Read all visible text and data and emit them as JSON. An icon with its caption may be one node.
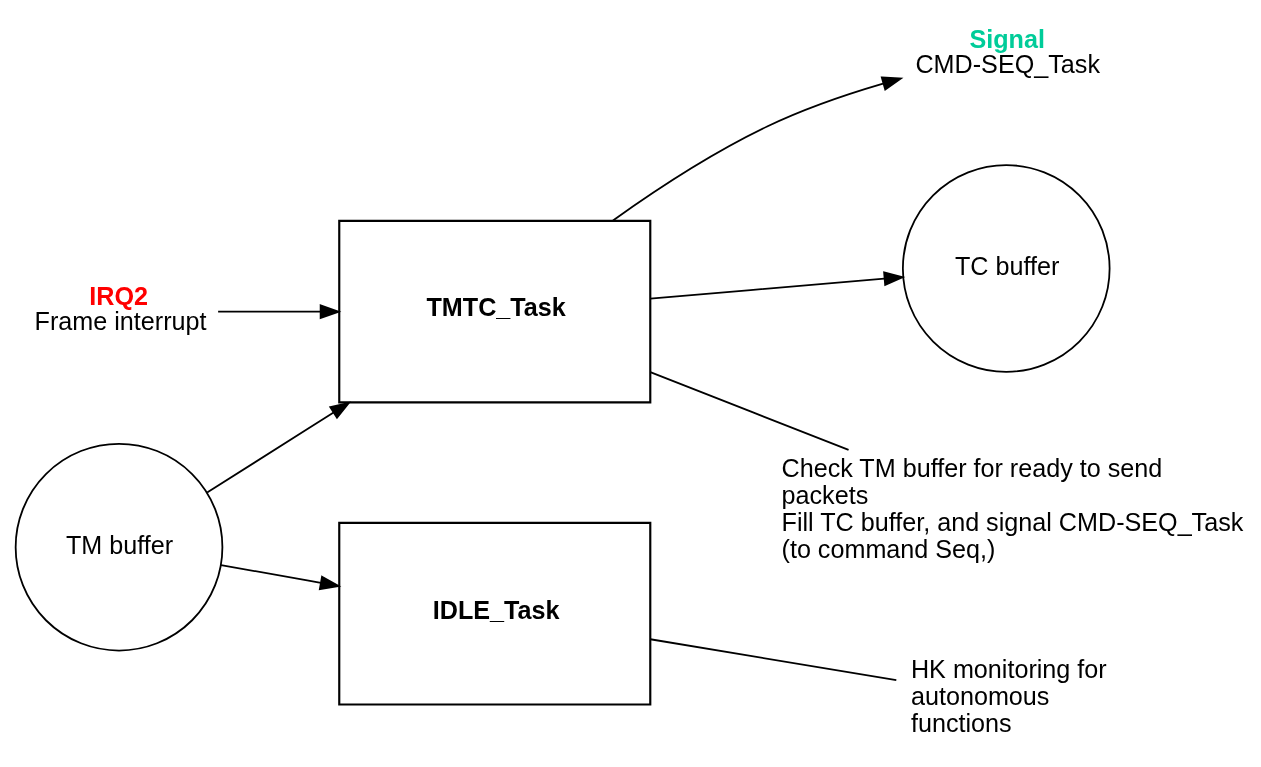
{
  "diagram": {
    "nodes": [
      {
        "text": [
          "IRQ2",
          "Frame interrupt"
        ]
      },
      {
        "text": [
          "TMTC_Task"
        ]
      },
      {
        "text": [
          "Signal",
          "CMD-SEQ_Task"
        ]
      },
      {
        "text": [
          "TC buffer"
        ]
      },
      {
        "text": [
          "Check TM buffer for ready to send packets",
          "Fill TC buffer, and signal CMD-SEQ_Task (to command Seq,)"
        ]
      },
      {
        "text": [
          "TM buffer"
        ]
      },
      {
        "text": [
          "IDLE_Task"
        ]
      },
      {
        "text": [
          "HK monitoring for autonomous functions"
        ]
      }
    ],
    "edges": [
      {
        "from": 0,
        "to": 1,
        "arrow": "to"
      },
      {
        "from": 5,
        "to": 1,
        "arrow": "to"
      },
      {
        "from": 1,
        "to": 2,
        "arrow": "to"
      },
      {
        "from": 1,
        "to": 3,
        "arrow": "to"
      },
      {
        "from": 1,
        "to": 4,
        "arrow": "none"
      },
      {
        "from": 5,
        "to": 6,
        "arrow": "to"
      },
      {
        "from": 6,
        "to": 7,
        "arrow": "none"
      }
    ]
  }
}
